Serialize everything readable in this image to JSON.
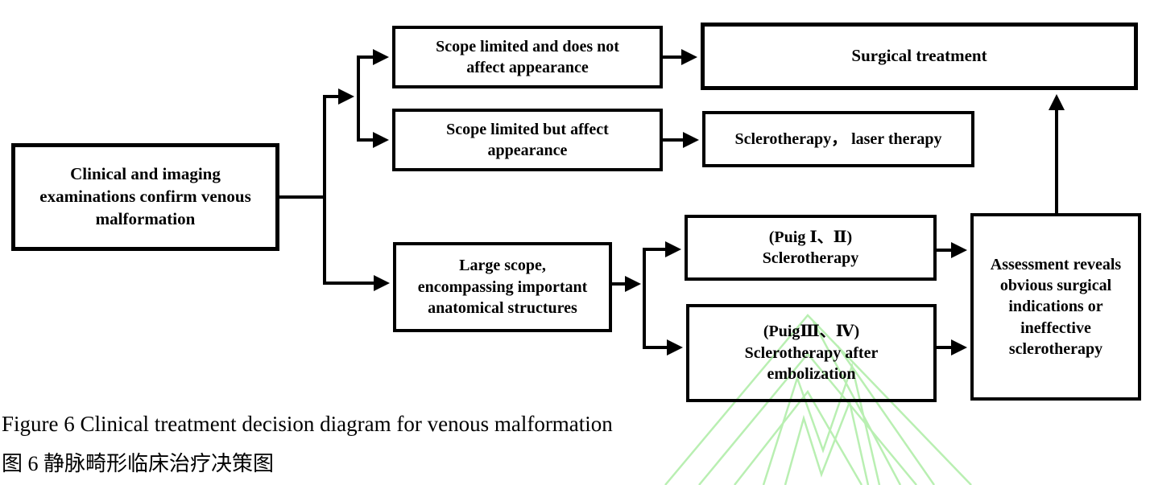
{
  "figure": {
    "caption_en": "Figure 6 Clinical treatment decision diagram for venous malformation",
    "caption_zh": "图 6 静脉畸形临床治疗决策图"
  },
  "nodes": {
    "root": {
      "label": "Clinical and imaging\nexaminations confirm venous\nmalformation"
    },
    "scope_limited_no_appearance": {
      "label": "Scope limited and does not\naffect appearance"
    },
    "surgical_treatment": {
      "label": "Surgical treatment"
    },
    "scope_limited_affects_appearance": {
      "label": "Scope limited but affect\nappearance"
    },
    "sclerotherapy_laser": {
      "label": "Sclerotherapy， laser therapy"
    },
    "large_scope": {
      "label": "Large scope,\nencompassing important\nanatomical structures"
    },
    "puig_1_2": {
      "label": "(Puig Ⅰ、Ⅱ)\nSclerotherapy"
    },
    "puig_3_4": {
      "label": "(PuigⅢ、Ⅳ)\nSclerotherapy after\nembolization"
    },
    "assessment": {
      "label": "Assessment reveals\nobvious surgical\nindications or\nineffective\nsclerotherapy"
    }
  },
  "edges": [
    {
      "from": "root",
      "to": "scope_limited_no_appearance"
    },
    {
      "from": "root",
      "to": "scope_limited_affects_appearance"
    },
    {
      "from": "root",
      "to": "large_scope"
    },
    {
      "from": "scope_limited_no_appearance",
      "to": "surgical_treatment"
    },
    {
      "from": "scope_limited_affects_appearance",
      "to": "sclerotherapy_laser"
    },
    {
      "from": "large_scope",
      "to": "puig_1_2"
    },
    {
      "from": "large_scope",
      "to": "puig_3_4"
    },
    {
      "from": "puig_1_2",
      "to": "assessment"
    },
    {
      "from": "puig_3_4",
      "to": "assessment"
    },
    {
      "from": "assessment",
      "to": "surgical_treatment"
    }
  ],
  "colors": {
    "line": "#000000",
    "box_border": "#000000",
    "text": "#000000",
    "background": "#ffffff",
    "watermark_green": "#b9efb2"
  }
}
